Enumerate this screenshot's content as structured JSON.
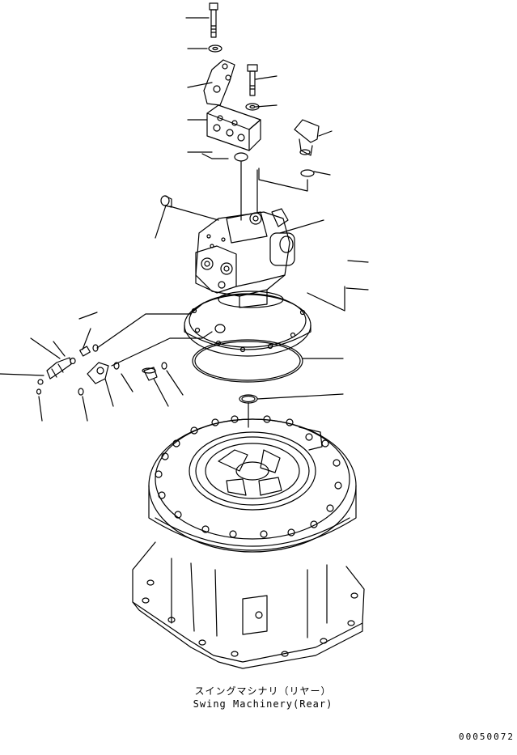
{
  "caption": {
    "japanese": "スイングマシナリ（リヤー）",
    "english": "Swing Machinery(Rear)"
  },
  "drawing_id": "00050072",
  "colors": {
    "line": "#000000",
    "background": "#ffffff"
  }
}
